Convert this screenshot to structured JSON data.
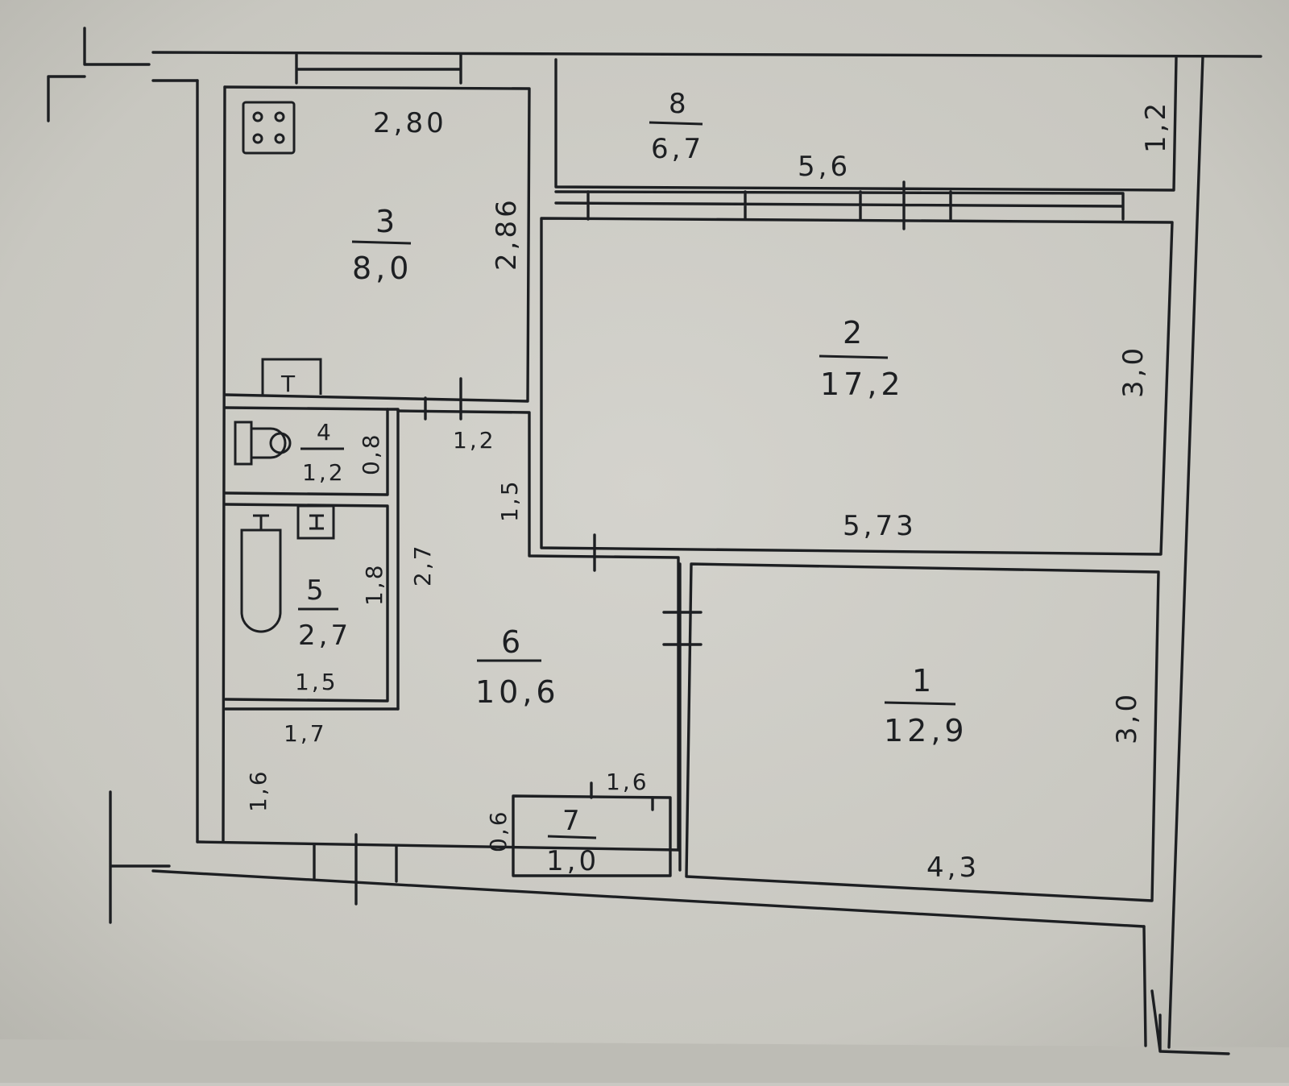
{
  "colors": {
    "paper": "#cfcec8",
    "ink": "#1d1f22"
  },
  "rooms": [
    {
      "id": "1",
      "area": "12,9"
    },
    {
      "id": "2",
      "area": "17,2"
    },
    {
      "id": "3",
      "area": "8,0"
    },
    {
      "id": "4",
      "area": "1,2"
    },
    {
      "id": "5",
      "area": "2,7"
    },
    {
      "id": "6",
      "area": "10,6"
    },
    {
      "id": "7",
      "area": "1,0"
    },
    {
      "id": "8",
      "area": "6,7"
    }
  ],
  "dimensions": {
    "kitchen_width": "2,80",
    "kitchen_length": "2,86",
    "balcony_length": "5,6",
    "balcony_width": "1,2",
    "living_length": "5,73",
    "living_width": "3,0",
    "bedroom_length": "4,3",
    "bedroom_width": "3,0",
    "hall_top_width": "1,2",
    "hall_upper_depth": "1,5",
    "hall_side_length": "2,7",
    "hall_lower_width": "1,7",
    "hall_lower_depth": "1,6",
    "wc_depth": "0,8",
    "bath_depth": "1,8",
    "bath_width": "1,5",
    "closet_width": "1,6",
    "closet_depth": "0,6"
  },
  "fixtures": {
    "heater_letter": "T",
    "sink_letter": "I"
  },
  "icons": [
    "stove-icon",
    "heater-icon",
    "toilet-icon",
    "bathtub-icon",
    "sink-icon"
  ]
}
